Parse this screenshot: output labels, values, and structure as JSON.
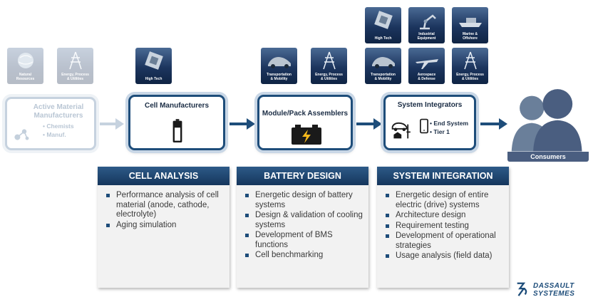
{
  "tiles": {
    "natural_resources": "Natural\nResources",
    "energy_process_utilities_1": "Energy, Process\n& Utilities",
    "high_tech_1": "High Tech",
    "transportation_mobility_1": "Transportation\n& Mobility",
    "energy_process_utilities_2": "Energy, Process\n& Utilities",
    "high_tech_2": "High Tech",
    "industrial_equipment": "Industrial\nEquipment",
    "marine_offshore": "Marine &\nOffshore",
    "transportation_mobility_2": "Transportation\n& Mobility",
    "aerospace_defense": "Aerospace\n& Defense",
    "energy_process_utilities_3": "Energy, Process\n& Utilities"
  },
  "stages": {
    "active_material": {
      "title": "Active Material Manufacturers",
      "sub_items": [
        "Chemists",
        "Manuf."
      ]
    },
    "cell_manufacturers": {
      "title": "Cell Manufacturers"
    },
    "module_pack": {
      "title": "Module/Pack Assemblers"
    },
    "system_integrators": {
      "title": "System Integrators",
      "sub_items": [
        "End System",
        "Tier 1"
      ]
    },
    "consumers": {
      "title": "Consumers"
    }
  },
  "panels": [
    {
      "title": "CELL ANALYSIS",
      "items": [
        "Performance analysis of cell material (anode, cathode, electrolyte)",
        "Aging simulation"
      ]
    },
    {
      "title": "BATTERY DESIGN",
      "items": [
        "Energetic design of battery systems",
        "Design & validation of cooling systems",
        "Development of BMS functions",
        "Cell benchmarking"
      ]
    },
    {
      "title": "SYSTEM INTEGRATION",
      "items": [
        "Energetic design of entire electric (drive) systems",
        "Architecture design",
        "Requirement testing",
        "Development of operational strategies",
        "Usage analysis (field data)"
      ]
    }
  ],
  "logo": {
    "line1": "DASSAULT",
    "line2": "SYSTEMES"
  },
  "colors": {
    "navy": "#1e4d7a",
    "panel_head": "#15365c",
    "faded": "#c6d2df"
  }
}
